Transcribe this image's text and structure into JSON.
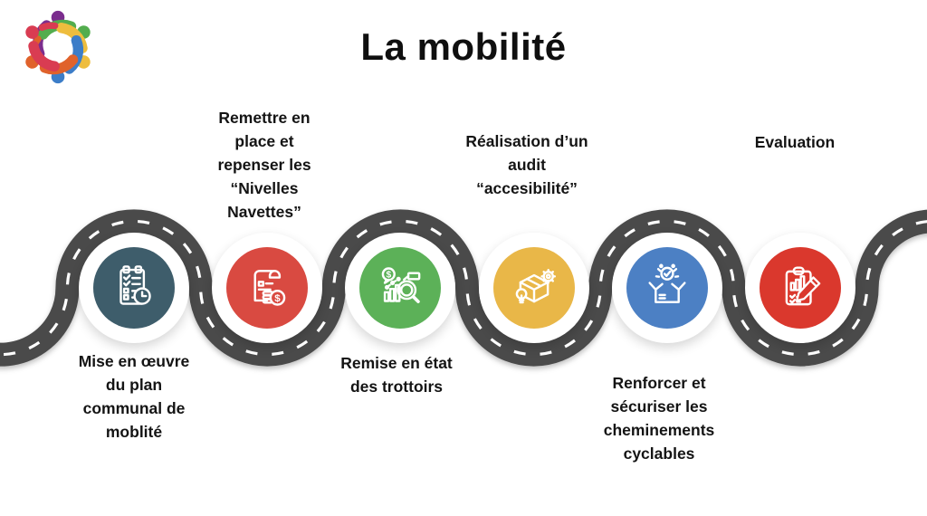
{
  "title": "La mobilité",
  "logo": {
    "name": "community-people-logo",
    "colors": [
      "#7b2d8e",
      "#53ad4e",
      "#eebd3e",
      "#3c7dc8",
      "#e0622b",
      "#d93c52"
    ]
  },
  "road": {
    "asphalt_color": "#4a4a4a",
    "lane_line_color": "#ffffff"
  },
  "steps": [
    {
      "label": "Mise en œuvre\ndu plan\ncommunal de\nmoblité",
      "side": "below",
      "color": "#3e5d6b",
      "icon": "checklist-clock-icon"
    },
    {
      "label": "Remettre en\nplace et\nrepenser les\n“Nivelles\nNavettes”",
      "side": "above",
      "color": "#d94a41",
      "icon": "budget-document-icon"
    },
    {
      "label": "Remise en état\ndes trottoirs",
      "side": "below",
      "color": "#5cb158",
      "icon": "chart-analysis-icon"
    },
    {
      "label": "Réalisation d’un\naudit\n“accesibilité”",
      "side": "above",
      "color": "#e9b748",
      "icon": "package-gear-icon"
    },
    {
      "label": "Renforcer et\nsécuriser les\ncheminements\ncyclables",
      "side": "below",
      "color": "#4c80c4",
      "icon": "open-box-check-icon"
    },
    {
      "label": "Evaluation",
      "side": "above",
      "color": "#da382d",
      "icon": "clipboard-pencil-icon"
    }
  ]
}
